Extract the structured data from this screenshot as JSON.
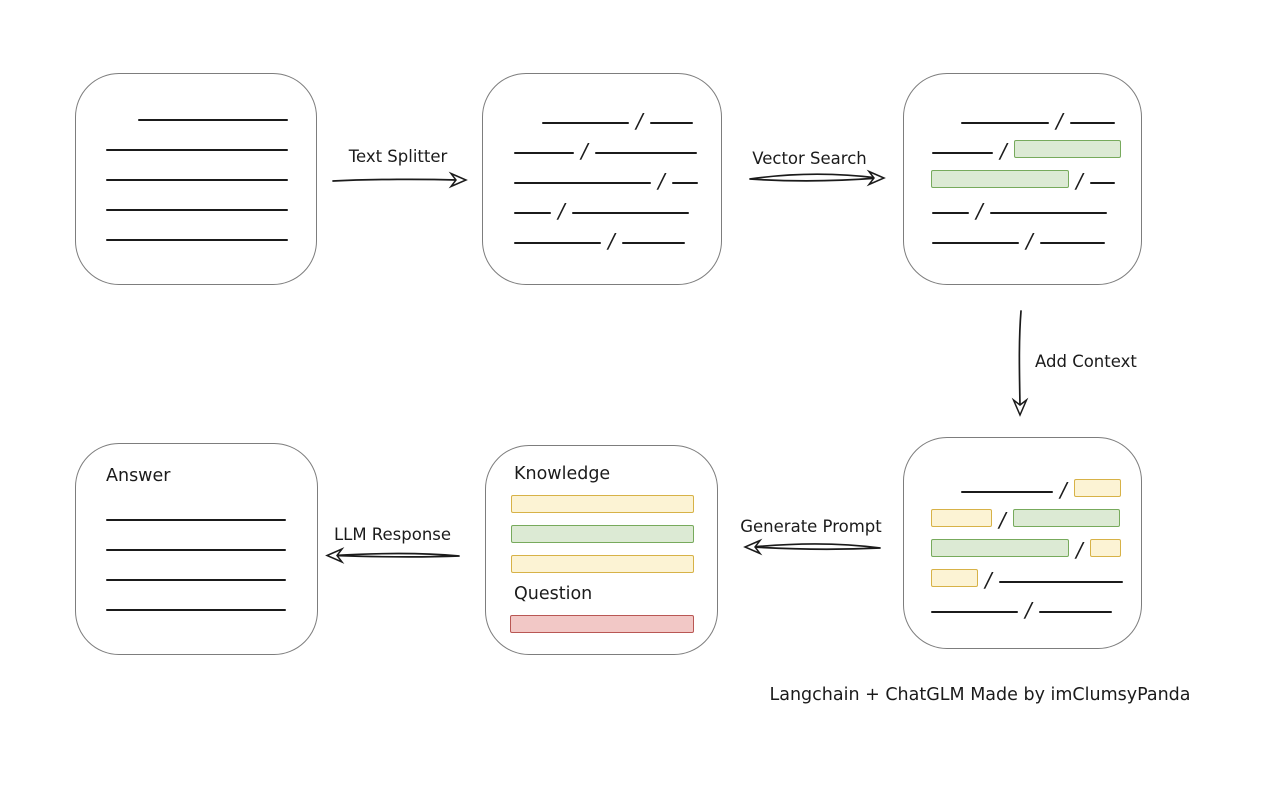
{
  "labels": {
    "text_splitter": "Text Splitter",
    "vector_search": "Vector Search",
    "add_context": "Add Context",
    "generate_prompt": "Generate Prompt",
    "llm_response": "LLM Response",
    "knowledge": "Knowledge",
    "question": "Question",
    "answer": "Answer",
    "caption": "Langchain + ChatGLM Made by imClumsyPanda",
    "slash": "/"
  },
  "colors": {
    "box_border": "#7d7d7d",
    "ink": "#1b1b1b",
    "green_fill": "#dcead4",
    "green_border": "#77aa5c",
    "yellow_fill": "#fcf3d4",
    "yellow_border": "#d7b247",
    "red_fill": "#f2c8c6",
    "red_border": "#b95754"
  },
  "boxes": {
    "document": {
      "rows": [
        {
          "indent": 62,
          "segs": [
            "line:150"
          ]
        },
        {
          "indent": 30,
          "segs": [
            "line:182"
          ]
        },
        {
          "indent": 30,
          "segs": [
            "line:182"
          ]
        },
        {
          "indent": 30,
          "segs": [
            "line:182"
          ]
        },
        {
          "indent": 30,
          "segs": [
            "line:182"
          ]
        }
      ]
    },
    "chunks": {
      "rows": [
        {
          "indent": 59,
          "segs": [
            "line:87",
            "slash",
            "line:43"
          ]
        },
        {
          "indent": 31,
          "segs": [
            "line:60",
            "slash",
            "line:102"
          ]
        },
        {
          "indent": 31,
          "segs": [
            "line:137",
            "slash",
            "line:26"
          ]
        },
        {
          "indent": 31,
          "segs": [
            "line:37",
            "slash",
            "line:117"
          ]
        },
        {
          "indent": 31,
          "segs": [
            "line:87",
            "slash",
            "line:63"
          ]
        }
      ]
    },
    "chunks_matched": {
      "rows": [
        {
          "indent": 57,
          "segs": [
            "line:88",
            "slash",
            "line:45"
          ]
        },
        {
          "indent": 28,
          "segs": [
            "line:61",
            "slash",
            "green:107"
          ]
        },
        {
          "indent": 27,
          "segs": [
            "green:138",
            "slash",
            "line:25"
          ]
        },
        {
          "indent": 28,
          "segs": [
            "line:37",
            "slash",
            "line:117"
          ]
        },
        {
          "indent": 28,
          "segs": [
            "line:87",
            "slash",
            "line:65"
          ]
        }
      ]
    },
    "chunks_context": {
      "rows": [
        {
          "indent": 57,
          "segs": [
            "line:92",
            "slash",
            "yellow:47"
          ]
        },
        {
          "indent": 27,
          "segs": [
            "yellow:61",
            "slash",
            "green:107"
          ]
        },
        {
          "indent": 27,
          "segs": [
            "green:138",
            "slash",
            "yellow:31"
          ]
        },
        {
          "indent": 27,
          "segs": [
            "yellow:47",
            "slash",
            "line:124"
          ]
        },
        {
          "indent": 27,
          "segs": [
            "line:87",
            "slash",
            "line:73"
          ]
        }
      ]
    },
    "prompt": {
      "knowledge_bars": [
        {
          "indent": 25,
          "segs": [
            "yellow:183"
          ]
        },
        {
          "indent": 25,
          "segs": [
            "green:183"
          ]
        },
        {
          "indent": 25,
          "segs": [
            "yellow:183"
          ]
        }
      ],
      "question_bar": [
        {
          "indent": 24,
          "segs": [
            "red:184"
          ]
        }
      ]
    },
    "answer": {
      "rows": [
        {
          "indent": 30,
          "segs": [
            "line:180"
          ]
        },
        {
          "indent": 30,
          "segs": [
            "line:180"
          ]
        },
        {
          "indent": 30,
          "segs": [
            "line:180"
          ]
        },
        {
          "indent": 30,
          "segs": [
            "line:180"
          ]
        }
      ]
    }
  }
}
